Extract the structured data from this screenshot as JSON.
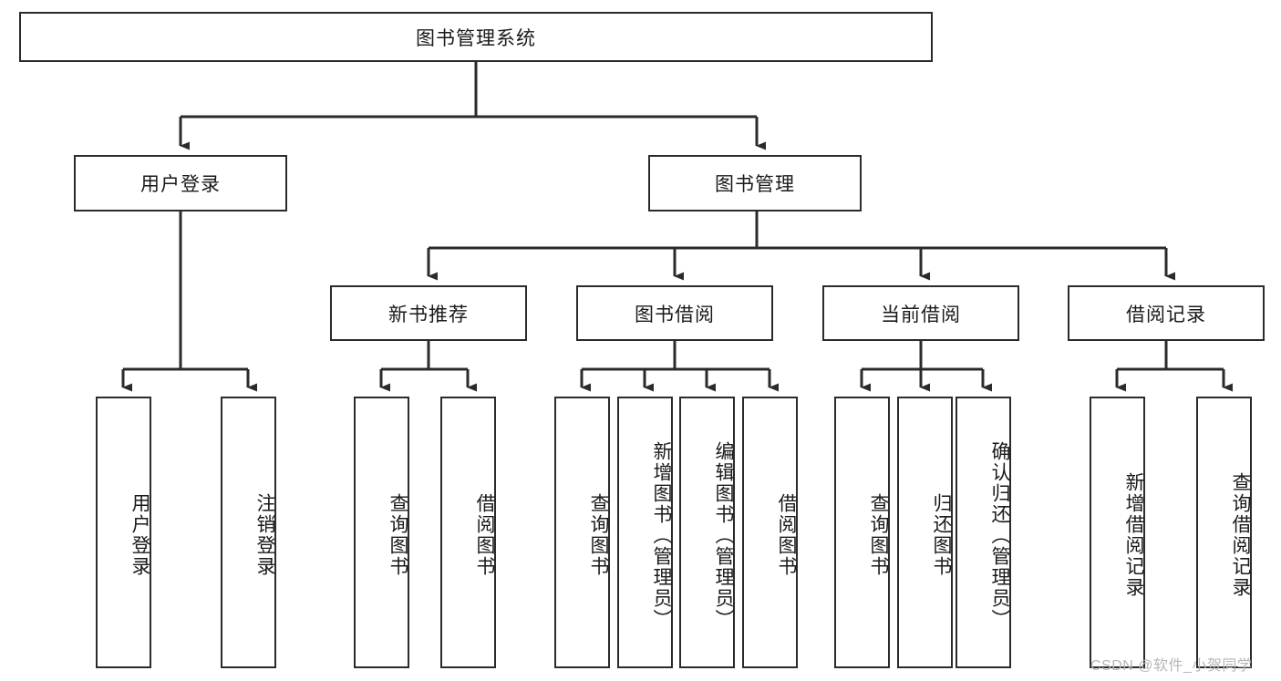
{
  "diagram": {
    "title": "图书管理系统",
    "type": "hierarchy-tree",
    "watermark": "CSDN @软件_小贺同学",
    "colors": {
      "stroke": "#2b2b2b",
      "fill": "#ffffff",
      "text": "#1a1a1a",
      "watermark": "#b6b6b6"
    },
    "levels": {
      "level1": [
        {
          "id": "root",
          "label": "图书管理系统"
        }
      ],
      "level2": [
        {
          "id": "user-login",
          "label": "用户登录"
        },
        {
          "id": "book-manage",
          "label": "图书管理"
        }
      ],
      "level3": [
        {
          "id": "new-book-rec",
          "label": "新书推荐"
        },
        {
          "id": "book-borrow",
          "label": "图书借阅"
        },
        {
          "id": "current-borrow",
          "label": "当前借阅"
        },
        {
          "id": "borrow-record",
          "label": "借阅记录"
        }
      ],
      "level4": [
        {
          "id": "leaf-user-login",
          "label": "用户登录",
          "parent": "user-login"
        },
        {
          "id": "leaf-logout",
          "label": "注销登录",
          "parent": "user-login"
        },
        {
          "id": "leaf-query-book-1",
          "label": "查询图书",
          "parent": "new-book-rec"
        },
        {
          "id": "leaf-borrow-book-1",
          "label": "借阅图书",
          "parent": "new-book-rec"
        },
        {
          "id": "leaf-query-book-2",
          "label": "查询图书",
          "parent": "book-borrow"
        },
        {
          "id": "leaf-add-book",
          "label": "新增图书（管理员）",
          "parent": "book-borrow"
        },
        {
          "id": "leaf-edit-book",
          "label": "编辑图书（管理员）",
          "parent": "book-borrow"
        },
        {
          "id": "leaf-borrow-book-2",
          "label": "借阅图书",
          "parent": "book-borrow"
        },
        {
          "id": "leaf-query-book-3",
          "label": "查询图书",
          "parent": "current-borrow"
        },
        {
          "id": "leaf-return-book",
          "label": "归还图书",
          "parent": "current-borrow"
        },
        {
          "id": "leaf-confirm-return",
          "label": "确认归还（管理员）",
          "parent": "current-borrow"
        },
        {
          "id": "leaf-add-record",
          "label": "新增借阅记录",
          "parent": "borrow-record"
        },
        {
          "id": "leaf-query-record",
          "label": "查询借阅记录",
          "parent": "borrow-record"
        }
      ]
    }
  }
}
